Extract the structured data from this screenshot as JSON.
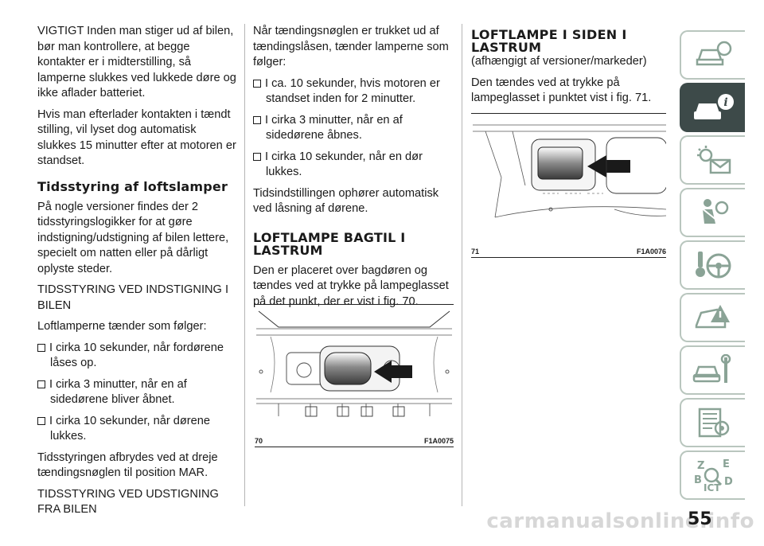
{
  "col1": {
    "p1": "VIGTIGT Inden man stiger ud af bilen, bør man kontrollere, at begge kontakter er i midterstilling, så lamperne slukkes ved lukkede døre og ikke aflader batteriet.",
    "p2": "Hvis man efterlader kontakten i tændt stilling, vil lyset dog automatisk slukkes 15 minutter efter at motoren er standset.",
    "heading": "Tidsstyring af loftslamper",
    "p3": "På nogle versioner findes der 2 tidsstyringslogikker for at gøre indstigning/udstigning af bilen lettere, specielt om natten eller på dårligt oplyste steder.",
    "sub1": "TIDSSTYRING VED INDSTIGNING I BILEN",
    "p4": "Loftlamperne tænder som følger:",
    "bullets": [
      "I cirka 10 sekunder, når fordørene låses op.",
      "I cirka 3 minutter, når en af sidedørene bliver åbnet.",
      "I cirka 10 sekunder, når dørene lukkes."
    ],
    "p5": "Tidsstyringen afbrydes ved at dreje tændingsnøglen til position MAR.",
    "sub2": "TIDSSTYRING VED UDSTIGNING FRA BILEN"
  },
  "col2": {
    "p1": "Når tændingsnøglen er trukket ud af tændingslåsen, tænder lamperne som følger:",
    "bullets": [
      "I ca. 10 sekunder, hvis motoren er standset inden for 2 minutter.",
      "I cirka 3 minutter, når en af sidedørene åbnes.",
      "I cirka 10 sekunder, når en dør lukkes."
    ],
    "p2": "Tidsindstillingen ophører automatisk ved låsning af dørene.",
    "heading": "LOFTLAMPE BAGTIL I LASTRUM",
    "p3": "Den er placeret over bagdøren og tændes ved at trykke på lampeglasset på det punkt, der er vist i fig. 70.",
    "fig_num": "70",
    "fig_code": "F1A0075"
  },
  "col3": {
    "heading": "LOFTLAMPE I SIDEN I LASTRUM",
    "p1": "(afhængigt af versioner/markeder)",
    "p2": "Den tændes ved at trykke på lampeglasset i punktet vist i fig. 71.",
    "fig_num": "71",
    "fig_code": "F1A0076"
  },
  "sidebar": {
    "tabs": [
      {
        "icon": "car-dashboard-icon",
        "active": false
      },
      {
        "icon": "car-info-icon",
        "active": true
      },
      {
        "icon": "warning-light-envelope-icon",
        "active": false
      },
      {
        "icon": "seatbelt-airbag-icon",
        "active": false
      },
      {
        "icon": "key-steering-wheel-icon",
        "active": false
      },
      {
        "icon": "car-emergency-icon",
        "active": false
      },
      {
        "icon": "car-maintenance-icon",
        "active": false
      },
      {
        "icon": "technical-data-icon",
        "active": false
      },
      {
        "icon": "index-search-icon",
        "active": false
      }
    ],
    "accent": "#3d4a49",
    "tab_border": "#b9c6be",
    "icon_color": "#8aa396"
  },
  "page_number": "55",
  "watermark": "carmanualsonline.info"
}
